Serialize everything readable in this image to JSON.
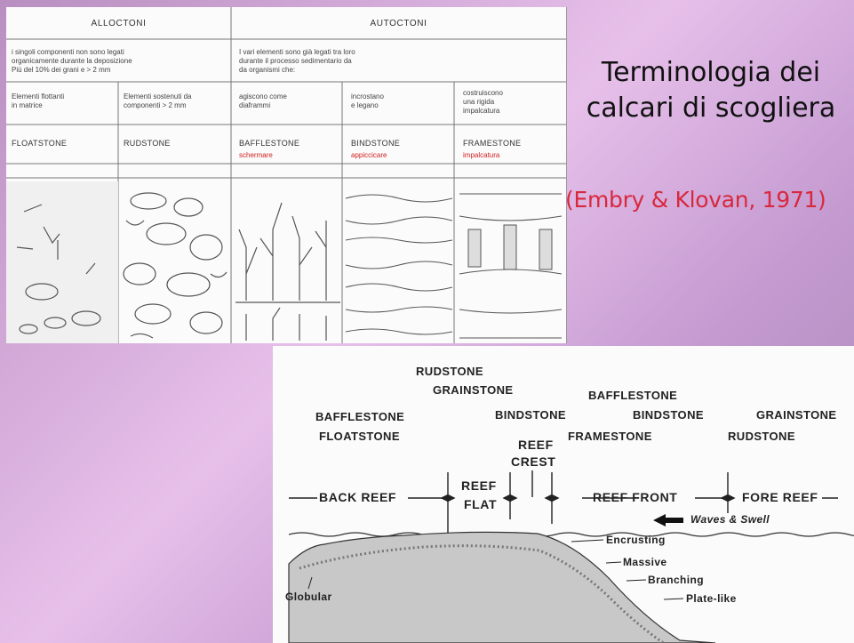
{
  "slide": {
    "title_line1": "Terminologia dei",
    "title_line2": "calcari di scogliera",
    "citation": "(Embry & Klovan, 1971)"
  },
  "table": {
    "allochthonous_header": "ALLOCTONI",
    "autochthonous_header": "AUTOCTONI",
    "allochthonous_desc": [
      "i singoli componenti non sono legati",
      "organicamente durante la deposizione",
      "Più del 10% dei grani e > 2 mm"
    ],
    "autochthonous_desc": [
      "I vari elementi sono già legati tra loro",
      "durante il processo sedimentario da",
      "da organismi che:"
    ],
    "criteria": [
      [
        "Elementi flottanti",
        "in matrice"
      ],
      [
        "Elementi sostenuti da",
        "componenti > 2 mm"
      ],
      [
        "agiscono come",
        "diaframmi"
      ],
      [
        "incrostano",
        "e legano"
      ],
      [
        "costruiscono",
        "una rigida",
        "impalcatura"
      ]
    ],
    "rock_names": [
      "FLOATSTONE",
      "RUDSTONE",
      "BAFFLESTONE",
      "BINDSTONE",
      "FRAMESTONE"
    ],
    "italian_terms": [
      "",
      "",
      "schermare",
      "appiccicare",
      "impalcatura"
    ]
  },
  "reef_profile": {
    "facies_labels": {
      "back_reef_1": "BAFFLESTONE",
      "back_reef_2": "FLOATSTONE",
      "flat_1": "RUDSTONE",
      "flat_2": "GRAINSTONE",
      "crest_1": "BINDSTONE",
      "front_1": "BAFFLESTONE",
      "front_2": "BINDSTONE",
      "front_3": "FRAMESTONE",
      "fore_1": "GRAINSTONE",
      "fore_2": "RUDSTONE"
    },
    "zones": {
      "back_reef": "BACK REEF",
      "reef_flat_1": "REEF",
      "reef_flat_2": "FLAT",
      "reef_crest_1": "REEF",
      "reef_crest_2": "CREST",
      "reef_front": "REEF FRONT",
      "fore_reef": "FORE REEF"
    },
    "waves": "Waves & Swell",
    "growth_forms": [
      "Encrusting",
      "Massive",
      "Branching",
      "Plate-like",
      "Globular"
    ]
  }
}
